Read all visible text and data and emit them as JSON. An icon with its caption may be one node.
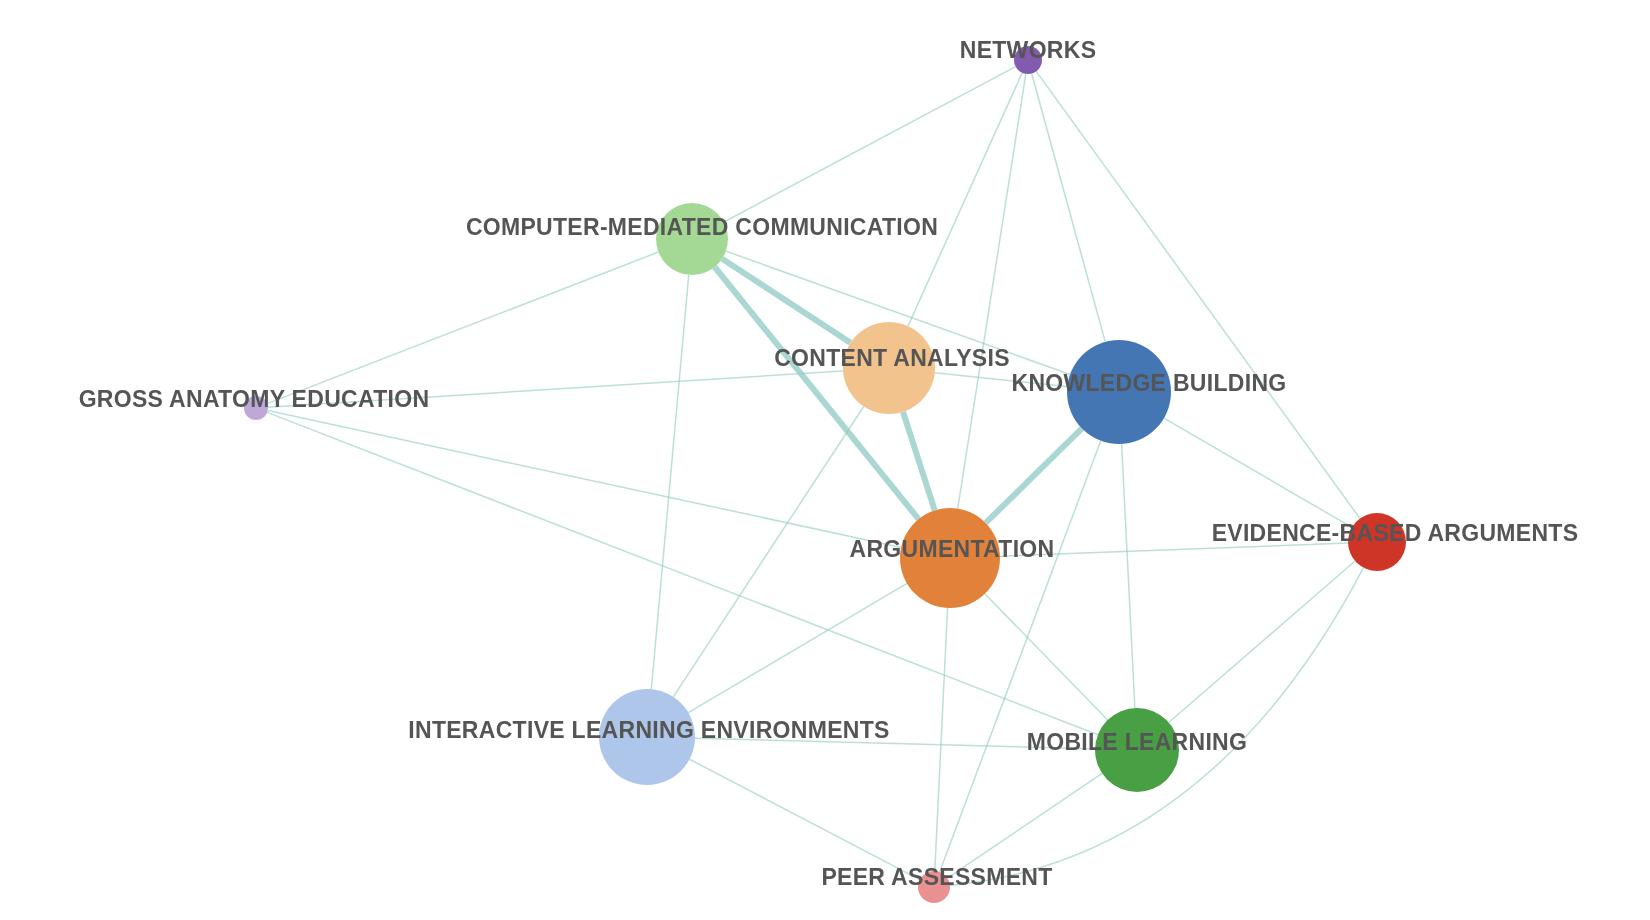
{
  "diagram": {
    "nodes": [
      {
        "text": [
          "NETWORKS"
        ]
      },
      {
        "text": [
          "COMPUTER-MEDIATED COMMUNICATION"
        ]
      },
      {
        "text": [
          "GROSS ANATOMY EDUCATION"
        ]
      },
      {
        "text": [
          "CONTENT ANALYSIS"
        ]
      },
      {
        "text": [
          "KNOWLEDGE BUILDING"
        ]
      },
      {
        "text": [
          "ARGUMENTATION"
        ]
      },
      {
        "text": [
          "EVIDENCE-BASED ARGUMENTS"
        ]
      },
      {
        "text": [
          "INTERACTIVE LEARNING ENVIRONMENTS"
        ]
      },
      {
        "text": [
          "MOBILE LEARNING"
        ]
      },
      {
        "text": [
          "PEER ASSESSMENT"
        ]
      }
    ],
    "edges": [
      {
        "from": 0,
        "to": 1,
        "arrow": "none"
      },
      {
        "from": 0,
        "to": 3,
        "arrow": "none"
      },
      {
        "from": 0,
        "to": 4,
        "arrow": "none"
      },
      {
        "from": 0,
        "to": 5,
        "arrow": "none"
      },
      {
        "from": 0,
        "to": 6,
        "arrow": "none"
      },
      {
        "from": 1,
        "to": 2,
        "arrow": "none"
      },
      {
        "from": 1,
        "to": 3,
        "arrow": "none",
        "style": "thick"
      },
      {
        "from": 1,
        "to": 4,
        "arrow": "none"
      },
      {
        "from": 1,
        "to": 5,
        "arrow": "none",
        "style": "thick"
      },
      {
        "from": 1,
        "to": 7,
        "arrow": "none"
      },
      {
        "from": 2,
        "to": 3,
        "arrow": "none"
      },
      {
        "from": 2,
        "to": 5,
        "arrow": "none"
      },
      {
        "from": 2,
        "to": 8,
        "arrow": "none"
      },
      {
        "from": 3,
        "to": 4,
        "arrow": "none"
      },
      {
        "from": 3,
        "to": 5,
        "arrow": "none",
        "style": "thick"
      },
      {
        "from": 3,
        "to": 7,
        "arrow": "none"
      },
      {
        "from": 4,
        "to": 5,
        "arrow": "none",
        "style": "thick"
      },
      {
        "from": 4,
        "to": 6,
        "arrow": "none"
      },
      {
        "from": 4,
        "to": 8,
        "arrow": "none"
      },
      {
        "from": 4,
        "to": 9,
        "arrow": "none"
      },
      {
        "from": 5,
        "to": 6,
        "arrow": "none"
      },
      {
        "from": 5,
        "to": 7,
        "arrow": "none"
      },
      {
        "from": 5,
        "to": 8,
        "arrow": "none"
      },
      {
        "from": 5,
        "to": 9,
        "arrow": "none"
      },
      {
        "from": 6,
        "to": 8,
        "arrow": "none"
      },
      {
        "from": 6,
        "to": 9,
        "arrow": "none"
      },
      {
        "from": 7,
        "to": 8,
        "arrow": "none"
      },
      {
        "from": 7,
        "to": 9,
        "arrow": "none"
      },
      {
        "from": 8,
        "to": 9,
        "arrow": "none"
      }
    ]
  }
}
